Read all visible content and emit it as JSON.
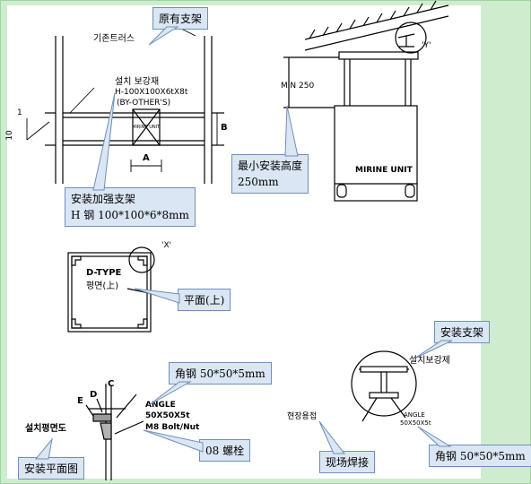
{
  "callouts": {
    "existing_support": "原有支架",
    "reinforce_support": "安装加强支架",
    "reinforce_spec": "H 钢 100*100*6*8mm",
    "min_height_title": "最小安装高度",
    "min_height_value": "250mm",
    "plan_top": "平面(上)",
    "angle_steel_top": "角钢 50*50*5mm",
    "bolt": "08 螺栓",
    "install_plan": "安装平面图",
    "install_support": "安装支架",
    "field_weld": "现场焊接",
    "angle_steel_right": "角钢 50*50*5mm"
  },
  "labels": {
    "existing_truss_ko": "기존트러스",
    "install_reinforce_ko": "설치 보강재",
    "h_beam_spec": "H-100X100X6tX8t",
    "by_others": "(BY-OTHER'S)",
    "unit_small": "MIRINE UNIT",
    "dim_a": "A",
    "dim_b": "B",
    "slope_10": "10",
    "slope_1": "1",
    "min_250": "MIN 250",
    "detail_y": "'Y'",
    "unit_large": "MIRINE UNIT",
    "detail_x": "'X'",
    "d_type": "D-TYPE",
    "plan_top_ko": "평면(上)",
    "letter_c": "C",
    "letter_d": "D",
    "letter_e": "E",
    "angle_label": "ANGLE",
    "angle_size": "50X50X5t",
    "bolt_label": "M8 Bolt/Nut",
    "install_plan_ko": "설치평면도",
    "install_reinforce_ko2": "설치보강제",
    "field_weld_ko": "현장용접",
    "angle_label2": "ANGLE",
    "angle_size2": "50X50X5t"
  }
}
